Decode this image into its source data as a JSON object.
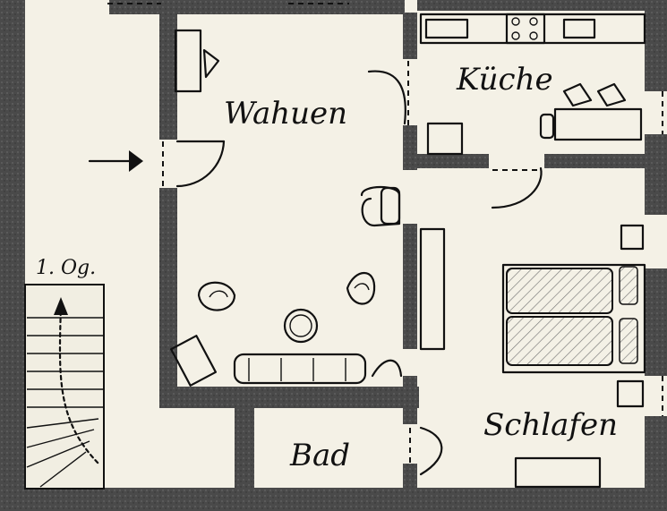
{
  "rooms": {
    "living": "Wahuen",
    "kitchen": "Küche",
    "bedroom": "Schlafen",
    "bath": "Bad"
  },
  "floor": "1. Og.",
  "colors": {
    "paper": "#f4f1e6",
    "wall": "#4a4a4a",
    "ink": "#111111",
    "hatch": "#777777"
  },
  "icons": [
    "entrance-arrow-icon",
    "stair-up-arrow-icon",
    "window-icon"
  ]
}
